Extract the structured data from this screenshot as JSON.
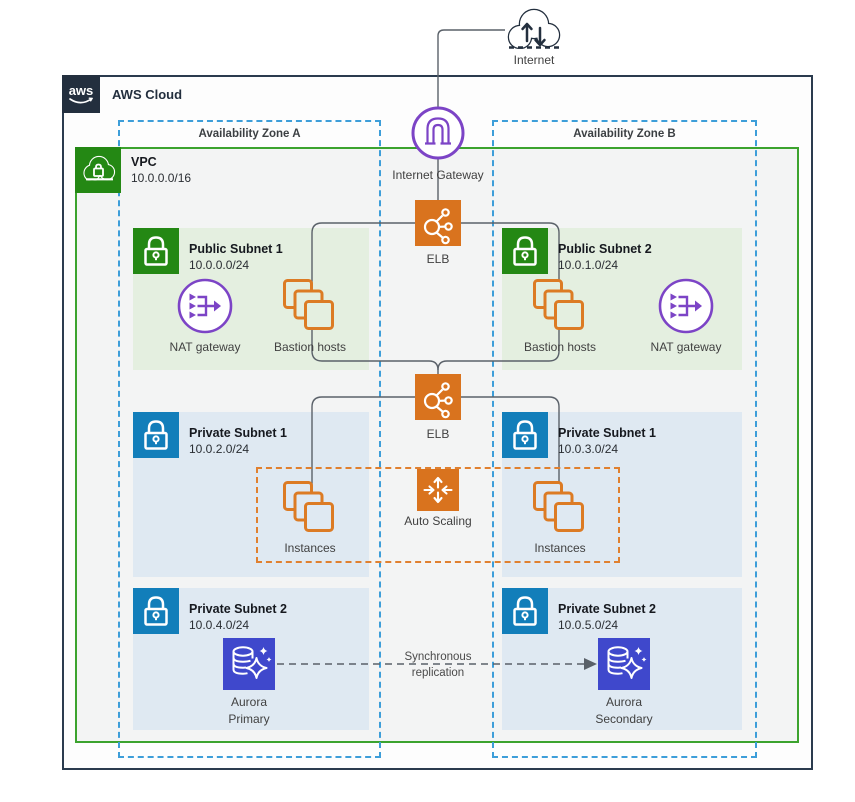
{
  "colors": {
    "accent_orange": "#D9731E",
    "accent_purple": "#7C44C6",
    "accent_green": "#248814",
    "accent_blue": "#127EBA",
    "aurora_indigo": "#3F48CC",
    "vpc_border_green": "#3CA32E",
    "az_dash_blue": "#3D9ED9",
    "asg_dash_orange": "#E0802F",
    "dark_navy": "#232F3E",
    "line_gray": "#5A6169",
    "public_subnet_bg": "#E4EFE0",
    "private_subnet_bg": "#DFE9F2"
  },
  "diagram": {
    "internet_label": "Internet",
    "aws_cloud_label": "AWS Cloud",
    "aws_logo_text": "aws",
    "az_a_label": "Availability Zone A",
    "az_b_label": "Availability Zone B",
    "vpc": {
      "title": "VPC",
      "cidr": "10.0.0.0/16"
    },
    "internet_gateway_label": "Internet Gateway",
    "elb_top_label": "ELB",
    "elb_middle_label": "ELB",
    "auto_scaling_label": "Auto Scaling",
    "replication_label_line1": "Synchronous",
    "replication_label_line2": "replication",
    "subnets": [
      {
        "title": "Public Subnet 1",
        "cidr": "10.0.0.0/24"
      },
      {
        "title": "Public Subnet 2",
        "cidr": "10.0.1.0/24"
      },
      {
        "title": "Private Subnet 1",
        "cidr": "10.0.2.0/24"
      },
      {
        "title": "Private Subnet 1",
        "cidr": "10.0.3.0/24"
      },
      {
        "title": "Private Subnet 2",
        "cidr": "10.0.4.0/24"
      },
      {
        "title": "Private Subnet 2",
        "cidr": "10.0.5.0/24"
      }
    ],
    "nodes": {
      "nat_left": "NAT gateway",
      "bastion_left": "Bastion hosts",
      "bastion_right": "Bastion hosts",
      "nat_right": "NAT gateway",
      "instances_left": "Instances",
      "instances_right": "Instances",
      "aurora_primary_line1": "Aurora",
      "aurora_primary_line2": "Primary",
      "aurora_secondary_line1": "Aurora",
      "aurora_secondary_line2": "Secondary"
    }
  }
}
